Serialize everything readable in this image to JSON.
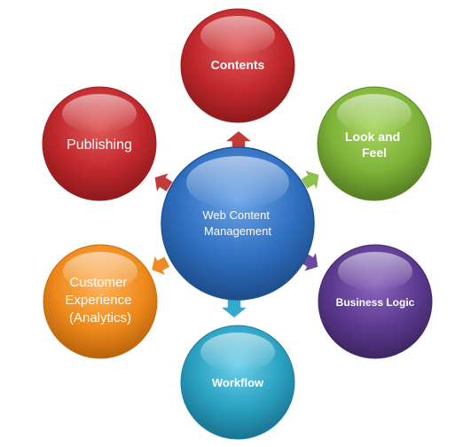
{
  "hub": {
    "lines": [
      "Web Content",
      "Management"
    ],
    "color": "#2f6fbf"
  },
  "nodes": [
    {
      "id": "contents",
      "lines": [
        "Contents"
      ],
      "color": "#c0282c",
      "arrow_color": "#c23b3b"
    },
    {
      "id": "look-and-feel",
      "lines": [
        "Look and",
        "Feel"
      ],
      "color": "#7eb238",
      "arrow_color": "#8dc04a"
    },
    {
      "id": "business-logic",
      "lines": [
        "Business Logic"
      ],
      "color": "#5b3a8e",
      "arrow_color": "#6a4a9e"
    },
    {
      "id": "workflow",
      "lines": [
        "Workflow"
      ],
      "color": "#2aa0c0",
      "arrow_color": "#35a9cf"
    },
    {
      "id": "customer-experience",
      "lines": [
        "Customer",
        "Experience",
        "(Analytics)"
      ],
      "color": "#ef8a1c",
      "arrow_color": "#f08a24"
    },
    {
      "id": "publishing",
      "lines": [
        "Publishing"
      ],
      "color": "#c0282c",
      "arrow_color": "#c23b3b"
    }
  ]
}
